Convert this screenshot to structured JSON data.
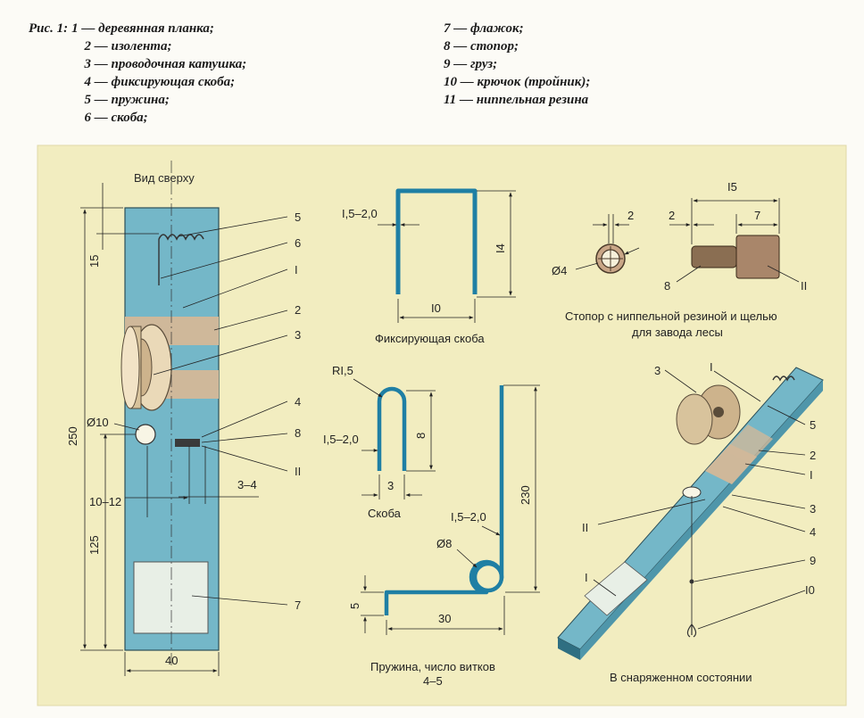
{
  "legend": {
    "figure_label": "Рис. 1:",
    "items": [
      {
        "num": "1",
        "text": "— деревянная планка;"
      },
      {
        "num": "2",
        "text": "— изолента;"
      },
      {
        "num": "3",
        "text": "— проводочная катушка;"
      },
      {
        "num": "4",
        "text": "— фиксирующая скоба;"
      },
      {
        "num": "5",
        "text": "— пружина;"
      },
      {
        "num": "6",
        "text": "— скоба;"
      },
      {
        "num": "7",
        "text": "— флажок;"
      },
      {
        "num": "8",
        "text": "— стопор;"
      },
      {
        "num": "9",
        "text": "— груз;"
      },
      {
        "num": "10",
        "text": "— крючок (тройник);"
      },
      {
        "num": "11",
        "text": "— ниппельная резина"
      }
    ]
  },
  "top_view": {
    "title": "Вид сверху",
    "dim_total": "250",
    "dim_top": "15",
    "dim_lower": "125",
    "dim_hole": "Ø10",
    "dim_offset": "10–12",
    "dim_gap": "3–4",
    "dim_width": "40",
    "callouts": [
      "5",
      "6",
      "I",
      "2",
      "3",
      "4",
      "8",
      "II",
      "7"
    ]
  },
  "fixing_bracket": {
    "caption": "Фиксирующая скоба",
    "dim_wire": "I,5–2,0",
    "dim_height": "I4",
    "dim_width": "I0"
  },
  "staple": {
    "caption": "Скоба",
    "dim_radius": "RI,5",
    "dim_wire": "I,5–2,0",
    "dim_height": "8",
    "dim_width": "3"
  },
  "spring": {
    "caption_line1": "Пружина, число витков",
    "caption_line2": "4–5",
    "dim_height": "230",
    "dim_wire": "I,5–2,0",
    "dim_coil": "Ø8",
    "dim_foot": "5",
    "dim_length": "30"
  },
  "stopper": {
    "caption_line1": "Стопор с ниппельной резиной и щелью",
    "caption_line2": "для завода лесы",
    "dim_front": "2",
    "dim_diameter": "Ø4",
    "dim_total": "I5",
    "dim_left": "2",
    "dim_right": "7",
    "callout_left": "8",
    "callout_right": "II"
  },
  "assembled": {
    "caption": "В снаряженном состоянии",
    "callouts": [
      "3",
      "I",
      "5",
      "2",
      "I",
      "3",
      "4",
      "II",
      "9",
      "I",
      "I0"
    ]
  },
  "colors": {
    "panel_bg": "#f2edc0",
    "board_blue": "#74b7c8",
    "tape_tan": "#cfb89a",
    "ink": "#222222"
  }
}
